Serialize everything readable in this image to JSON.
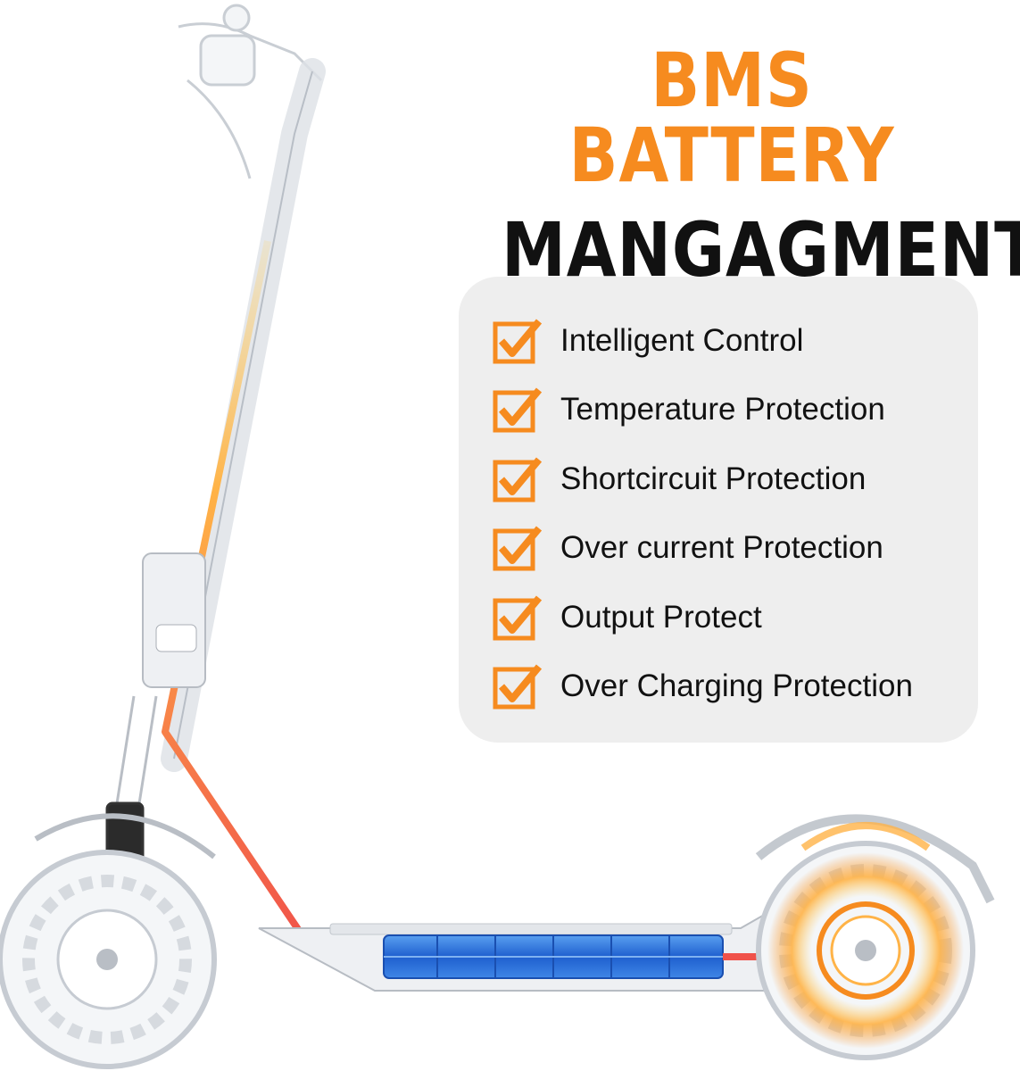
{
  "title": {
    "line1": "BMS BATTERY",
    "line2": "MANGAGMENT"
  },
  "colors": {
    "accent": "#f68b1f",
    "text": "#111111",
    "panel": "#eeeeee",
    "battery": "#2b6fd6",
    "wire": "#f0524a"
  },
  "features": [
    {
      "label": "Intelligent Control",
      "icon": "checkbox-checked-icon"
    },
    {
      "label": "Temperature Protection",
      "icon": "checkbox-checked-icon"
    },
    {
      "label": "Shortcircuit Protection",
      "icon": "checkbox-checked-icon"
    },
    {
      "label": "Over current Protection",
      "icon": "checkbox-checked-icon"
    },
    {
      "label": "Output Protect",
      "icon": "checkbox-checked-icon"
    },
    {
      "label": "Over Charging Protection",
      "icon": "checkbox-checked-icon"
    }
  ]
}
